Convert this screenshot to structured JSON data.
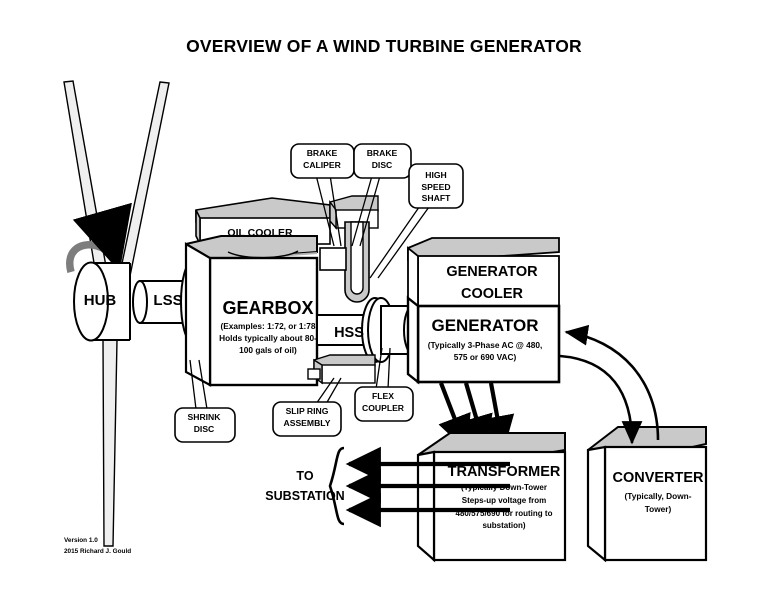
{
  "page": {
    "title": "OVERVIEW OF A WIND TURBINE GENERATOR",
    "version_line_1": "Version 1.0",
    "version_line_2": "2015 Richard J. Gould"
  },
  "colors": {
    "stroke": "#000000",
    "fill_white": "#ffffff",
    "fill_light": "#efefef",
    "fill_gray": "#c9c9c9",
    "fill_midgray": "#9a9a9a",
    "background": "#ffffff"
  },
  "components": {
    "hub": {
      "label": "HUB"
    },
    "lss": {
      "label": "LSS"
    },
    "oil_cooler": {
      "label": "OIL COOLER"
    },
    "gearbox": {
      "label": "GEARBOX",
      "note_lines": [
        "(Examples: 1:72, or 1:78",
        "Holds typically about 80-",
        "100 gals of oil)"
      ]
    },
    "hss": {
      "label": "HSS"
    },
    "generator_cooler": {
      "label_line_1": "GENERATOR",
      "label_line_2": "COOLER"
    },
    "generator": {
      "label": "GENERATOR",
      "note_lines": [
        "(Typically 3-Phase AC @ 480,",
        "575 or 690 VAC)"
      ]
    },
    "transformer": {
      "label": "TRANSFORMER",
      "note_lines": [
        "(Typically Down-Tower",
        "Steps-up voltage from",
        "480/575/690 for routing to",
        "substation)"
      ]
    },
    "converter": {
      "label": "CONVERTER",
      "note_lines": [
        "(Typically, Down-",
        "Tower)"
      ]
    },
    "substation": {
      "label_line_1": "TO",
      "label_line_2": "SUBSTATION"
    }
  },
  "callouts": [
    {
      "name": "brake-caliper",
      "lines": [
        "BRAKE",
        "CALIPER"
      ]
    },
    {
      "name": "brake-disc",
      "lines": [
        "BRAKE",
        "DISC"
      ]
    },
    {
      "name": "high-speed-shaft",
      "lines": [
        "HIGH",
        "SPEED",
        "SHAFT"
      ]
    },
    {
      "name": "shrink-disc",
      "lines": [
        "SHRINK",
        "DISC"
      ]
    },
    {
      "name": "slip-ring-assembly",
      "lines": [
        "SLIP RING",
        "ASSEMBLY"
      ]
    },
    {
      "name": "flex-coupler",
      "lines": [
        "FLEX",
        "COUPLER"
      ]
    }
  ],
  "flows": {
    "generator_to_transformer_arrows": 3,
    "transformer_to_substation_arrows": 3,
    "generator_converter_arrows": 2,
    "rotation_arrow": "curved-rotation-arrow"
  }
}
